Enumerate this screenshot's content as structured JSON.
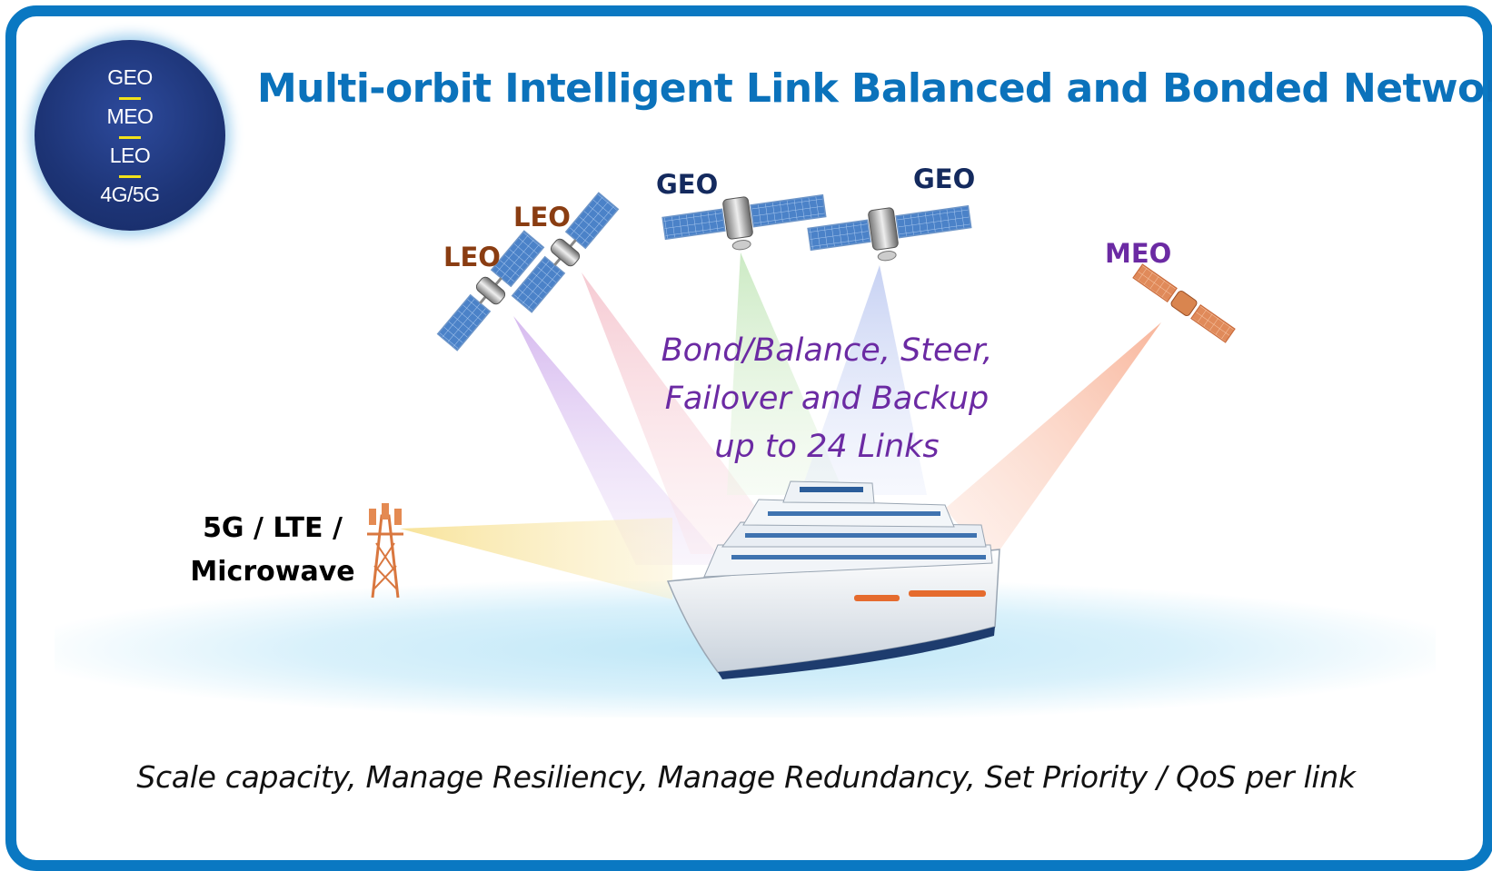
{
  "title": "Multi-orbit Intelligent Link Balanced and Bonded Network",
  "orbit_badge": {
    "items": [
      "GEO",
      "MEO",
      "LEO",
      "4G/5G"
    ]
  },
  "satellites": {
    "leo_1": "LEO",
    "leo_2": "LEO",
    "geo_1": "GEO",
    "geo_2": "GEO",
    "meo": "MEO"
  },
  "center_text": {
    "line1": "Bond/Balance, Steer,",
    "line2": "Failover and Backup",
    "line3": "up to 24 Links"
  },
  "tower_label": {
    "line1": "5G / LTE /",
    "line2": "Microwave"
  },
  "footer": "Scale capacity, Manage Resiliency, Manage Redundancy, Set Priority / QoS per link",
  "colors": {
    "frame": "#0a78c2",
    "title": "#0b72bb",
    "leo": "#8a3d12",
    "geo": "#142a5e",
    "meo": "#6b2aa3",
    "center_text": "#6b2aa3",
    "badge_separator": "#f2e21a"
  }
}
